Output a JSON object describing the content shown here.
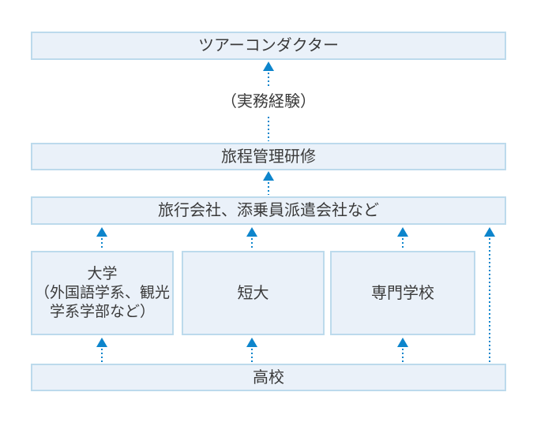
{
  "diagram": {
    "type": "career-path-flowchart",
    "nodes": {
      "tour_conductor": "ツアーコンダクター",
      "practical_experience_note": "（実務経験）",
      "itinerary_training": "旅程管理研修",
      "travel_companies": "旅行会社、添乗員派遣会社など",
      "university_lines": [
        "大学",
        "（外国語学系、観光",
        "学系学部など）"
      ],
      "junior_college": "短大",
      "vocational_school": "専門学校",
      "high_school": "高校"
    },
    "edges": [
      {
        "from": "高校",
        "to": "大学（外国語学系、観光学系学部など）"
      },
      {
        "from": "高校",
        "to": "短大"
      },
      {
        "from": "高校",
        "to": "専門学校"
      },
      {
        "from": "高校",
        "to": "旅行会社、添乗員派遣会社など"
      },
      {
        "from": "大学（外国語学系、観光学系学部など）",
        "to": "旅行会社、添乗員派遣会社など"
      },
      {
        "from": "短大",
        "to": "旅行会社、添乗員派遣会社など"
      },
      {
        "from": "専門学校",
        "to": "旅行会社、添乗員派遣会社など"
      },
      {
        "from": "旅行会社、添乗員派遣会社など",
        "to": "旅程管理研修"
      },
      {
        "from": "旅程管理研修",
        "to": "ツアーコンダクター",
        "label": "（実務経験）"
      }
    ],
    "colors": {
      "box_fill": "#eaf1f9",
      "box_border": "#bcdaec",
      "arrow": "#0d85cc",
      "text": "#3a3a3a",
      "background": "#ffffff"
    }
  }
}
